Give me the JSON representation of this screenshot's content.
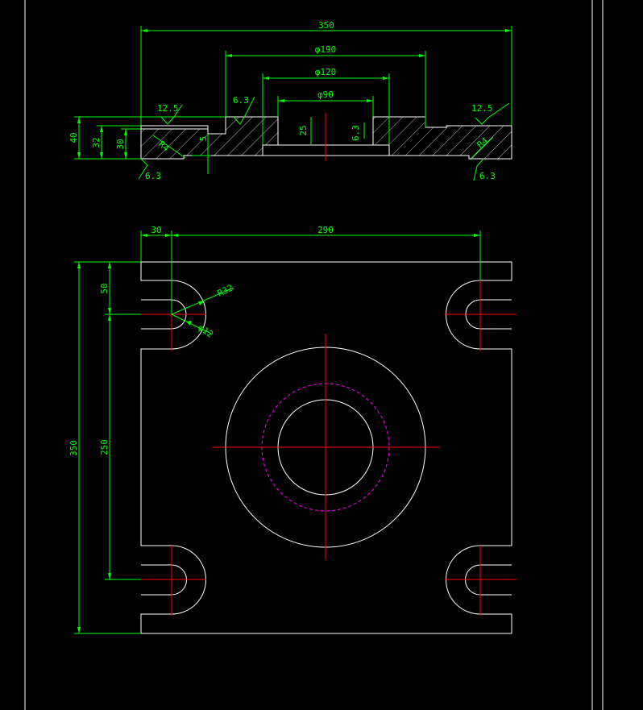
{
  "colors": {
    "background": "#000000",
    "outline": "#ffffff",
    "dimension": "#00ff00",
    "centerline": "#ff0000",
    "hidden_circle": "#ff00ff"
  },
  "section_view": {
    "dims": {
      "overall_width": "350",
      "dia_190": "φ190",
      "dia_120": "φ120",
      "dia_90": "φ90",
      "height_40": "40",
      "height_32": "32",
      "height_30": "30",
      "depth_25": "25",
      "step_5": "5",
      "chamfer_left": "R4",
      "chamfer_right": "R4"
    },
    "roughness": {
      "top_left": "12.5",
      "top_mid": "6.3",
      "top_right": "12.5",
      "bore": "6.3",
      "bottom_left": "6.3",
      "bottom_right": "6.3"
    }
  },
  "plan_view": {
    "dims": {
      "edge_30": "30",
      "slot_span_290": "290",
      "overall_350": "350",
      "slot_span_250": "250",
      "edge_50": "50",
      "slot_radius": "R32",
      "slot_width": "φ12"
    }
  }
}
